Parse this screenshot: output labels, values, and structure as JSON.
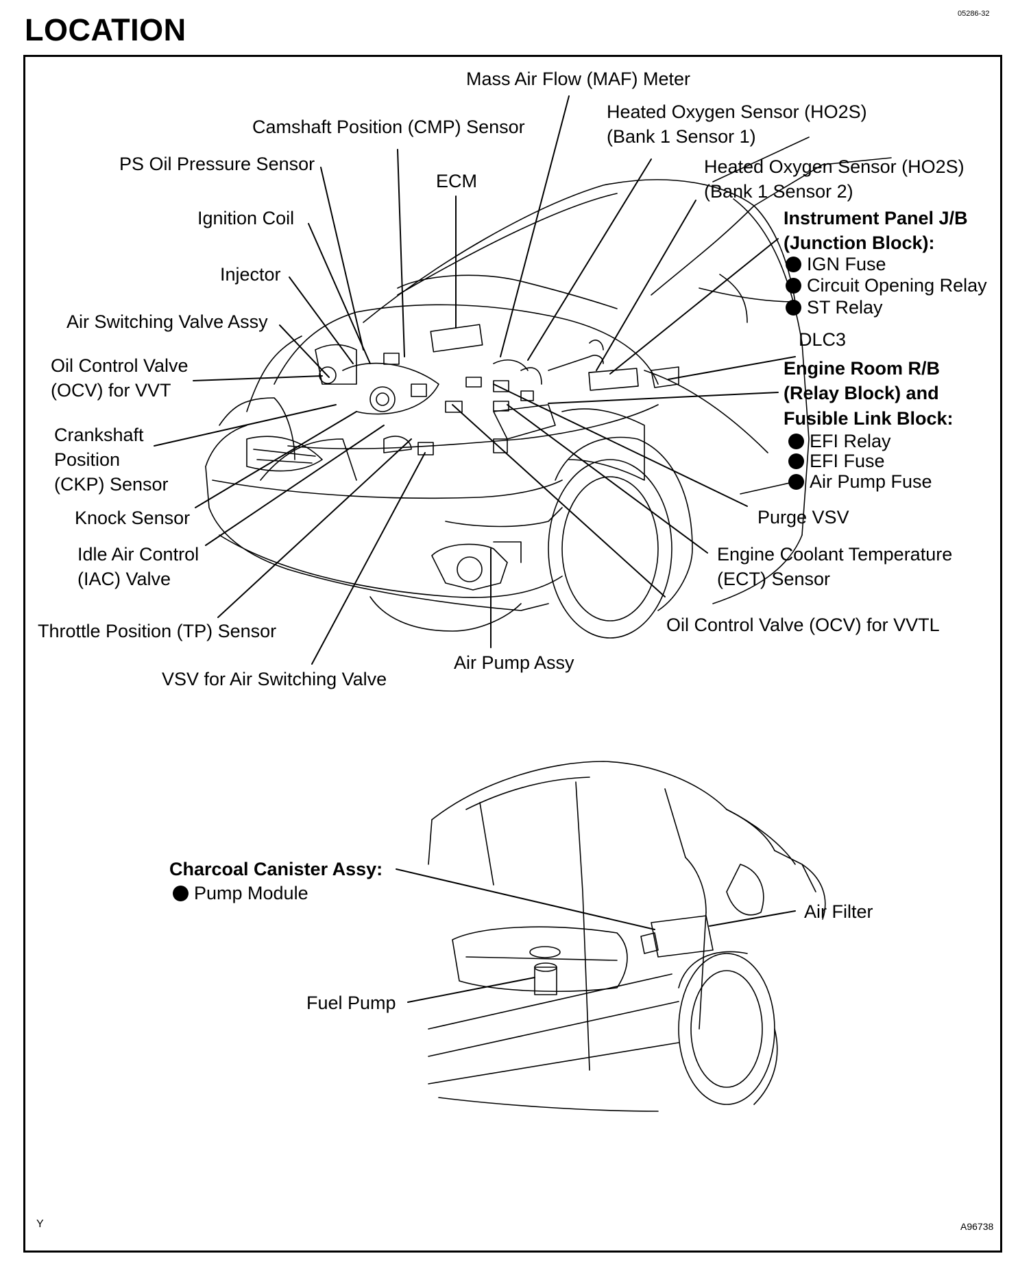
{
  "header": {
    "title": "LOCATION",
    "doc_code": "05286-32"
  },
  "footer": {
    "left_mark": "Y",
    "figure_id": "A96738"
  },
  "engine_labels": {
    "maf": "Mass Air Flow (MAF) Meter",
    "ho2s1_a": "Heated Oxygen Sensor (HO2S)",
    "ho2s1_b": "(Bank 1 Sensor 1)",
    "cmp": "Camshaft Position (CMP) Sensor",
    "ps_oil": "PS Oil Pressure Sensor",
    "ecm": "ECM",
    "ho2s2_a": "Heated Oxygen Sensor (HO2S)",
    "ho2s2_b": "(Bank 1 Sensor 2)",
    "ignition_coil": "Ignition Coil",
    "injector": "Injector",
    "asv": "Air Switching Valve Assy",
    "ocv_vvt_a": "Oil Control Valve",
    "ocv_vvt_b": "(OCV) for VVT",
    "ckp_a": "Crankshaft",
    "ckp_b": "Position",
    "ckp_c": "(CKP) Sensor",
    "knock": "Knock Sensor",
    "iac_a": "Idle Air Control",
    "iac_b": "(IAC) Valve",
    "tp": "Throttle Position (TP) Sensor",
    "vsv_asv": "VSV for Air Switching Valve",
    "air_pump": "Air Pump Assy",
    "ocv_vvtl": "Oil Control Valve (OCV) for VVTL",
    "ect_a": "Engine Coolant Temperature",
    "ect_b": "(ECT) Sensor",
    "purge_vsv": "Purge VSV",
    "dlc3": "DLC3"
  },
  "instrument_panel_jb": {
    "title_a": "Instrument Panel J/B",
    "title_b": "(Junction Block):",
    "items": [
      "IGN Fuse",
      "Circuit Opening Relay",
      "ST Relay"
    ]
  },
  "engine_room_rb": {
    "title_a": "Engine Room R/B",
    "title_b": "(Relay Block) and",
    "title_c": "Fusible Link Block:",
    "items": [
      "EFI Relay",
      "EFI Fuse",
      "Air Pump Fuse"
    ]
  },
  "rear_labels": {
    "canister_title": "Charcoal Canister Assy:",
    "canister_items": [
      "Pump Module"
    ],
    "air_filter": "Air Filter",
    "fuel_pump": "Fuel Pump"
  }
}
